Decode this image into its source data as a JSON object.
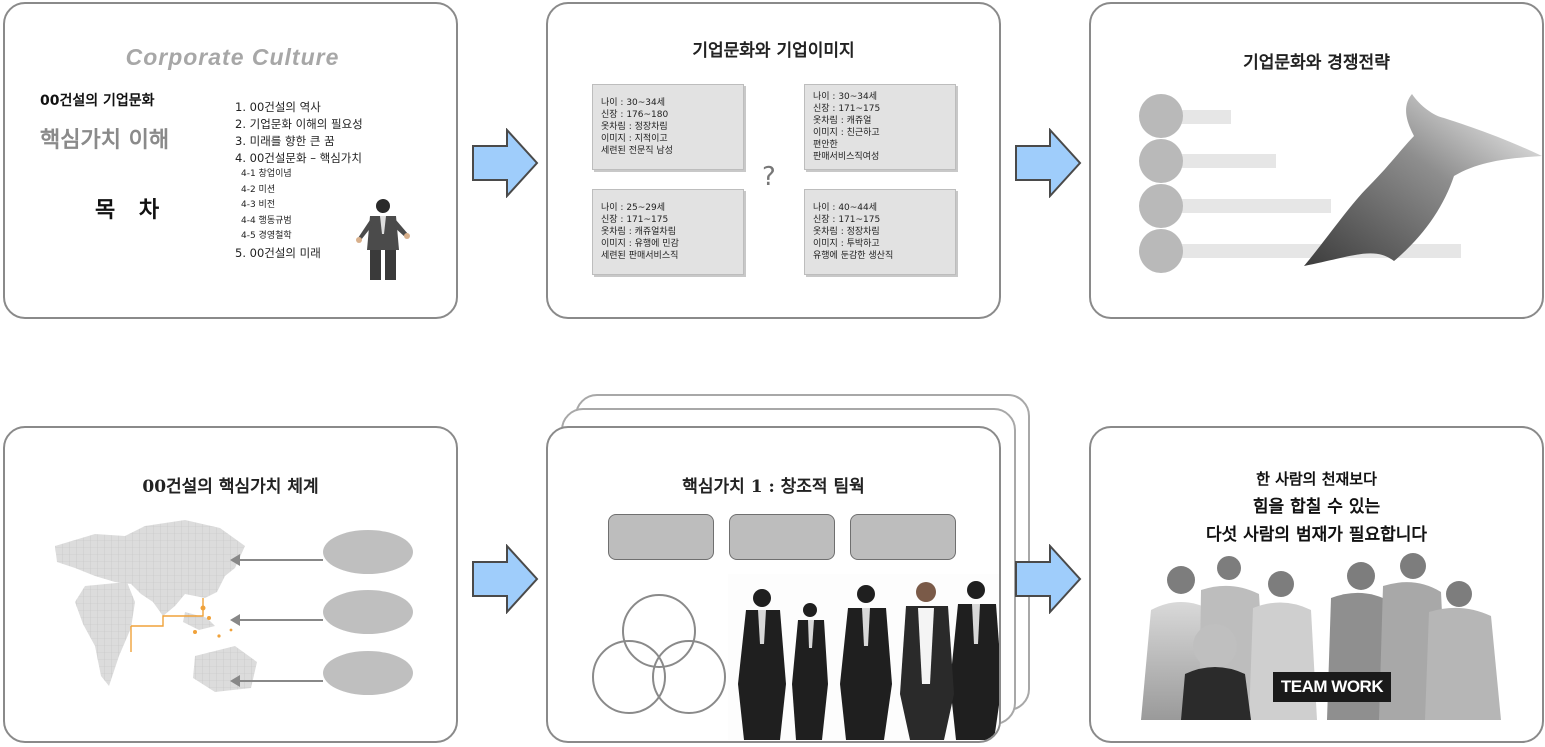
{
  "slide1": {
    "heading": "Corporate Culture",
    "company": "00건설의 기업문화",
    "core": "핵심가치 이해",
    "toc": "목 차",
    "items": [
      {
        "text": "1. 00건설의 역사",
        "sub": false
      },
      {
        "text": "2. 기업문화 이해의 필요성",
        "sub": false
      },
      {
        "text": "3. 미래를 향한 큰 꿈",
        "sub": false
      },
      {
        "text": "4. 00건설문화 – 핵심가치",
        "sub": false
      },
      {
        "text": "4-1 창업이념",
        "sub": true
      },
      {
        "text": "4-2 미션",
        "sub": true
      },
      {
        "text": "4-3 비전",
        "sub": true
      },
      {
        "text": "4-4 행동규범",
        "sub": true
      },
      {
        "text": "4-5 경영철학",
        "sub": true
      },
      {
        "text": "5. 00건설의 미래",
        "sub": false
      }
    ]
  },
  "slide2": {
    "title": "기업문화와 기업이미지",
    "question": "?",
    "boxes": [
      [
        "나이 : 30~34세",
        "신장 : 176~180",
        "옷차림 : 정장차림",
        "이미지 : 지적이고",
        "세련된 전문직 남성"
      ],
      [
        "나이 : 30~34세",
        "신장 : 171~175",
        "옷차림 : 캐쥬얼",
        "이미지 : 친근하고",
        "편안한",
        "판매서비스직여성"
      ],
      [
        "나이 : 25~29세",
        "신장 : 171~175",
        "옷차림 : 캐쥬얼차림",
        "이미지 : 유행에 민감",
        "세련된 판매서비스직"
      ],
      [
        "나이 : 40~44세",
        "신장 : 171~175",
        "옷차림 : 정장차림",
        "이미지 : 투박하고",
        "유행에 둔감한 생산직"
      ]
    ]
  },
  "slide3": {
    "title": "기업문화와 경쟁전략"
  },
  "slide4": {
    "title": "00건설의 핵심가치 체계"
  },
  "slide5": {
    "title": "핵심가치 1 : 창조적 팀웍"
  },
  "slide6": {
    "lines": [
      "한 사람의 천재보다",
      "힘을 합칠 수 있는",
      "다섯 사람의 범재가 필요합니다"
    ],
    "badge": "TEAM WORK"
  },
  "colors": {
    "arrow_fill": "#9fcdfb",
    "arrow_stroke": "#4a4a4a",
    "route": "#f0a23a"
  }
}
